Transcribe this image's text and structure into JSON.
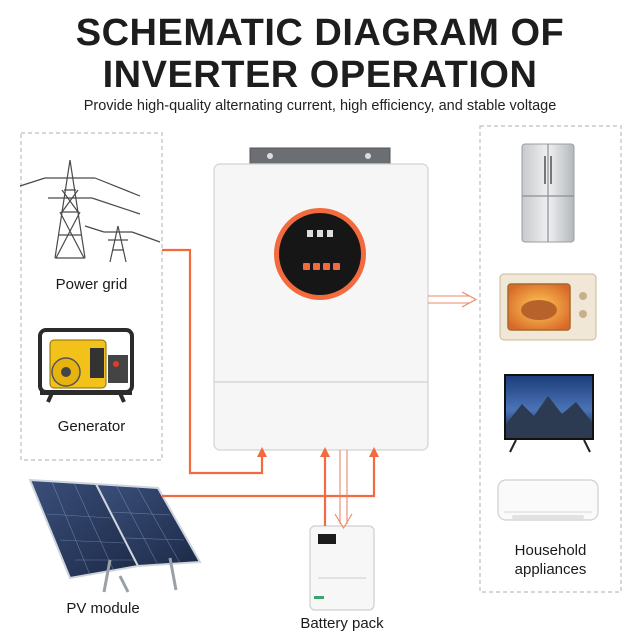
{
  "title_line1": "SCHEMATIC DIAGRAM OF",
  "title_line2": "INVERTER OPERATION",
  "subtitle": "Provide high-quality alternating current, high efficiency, and stable voltage",
  "sources": {
    "power_grid": "Power grid",
    "generator": "Generator",
    "pv_module": "PV module"
  },
  "battery": {
    "label": "Battery pack"
  },
  "outputs": {
    "label_line1": "Household",
    "label_line2": "appliances"
  },
  "colors": {
    "flow_arrow": "#f26a3d",
    "output_arrow": "#f26a3d",
    "inverter_display_ring": "#f26a3d",
    "dashed_border": "#bdbdbd"
  },
  "icons": [
    "transmission-tower-icon",
    "generator-icon",
    "solar-panel-icon",
    "inverter-icon",
    "battery-icon",
    "refrigerator-icon",
    "oven-icon",
    "television-icon",
    "air-conditioner-icon"
  ]
}
